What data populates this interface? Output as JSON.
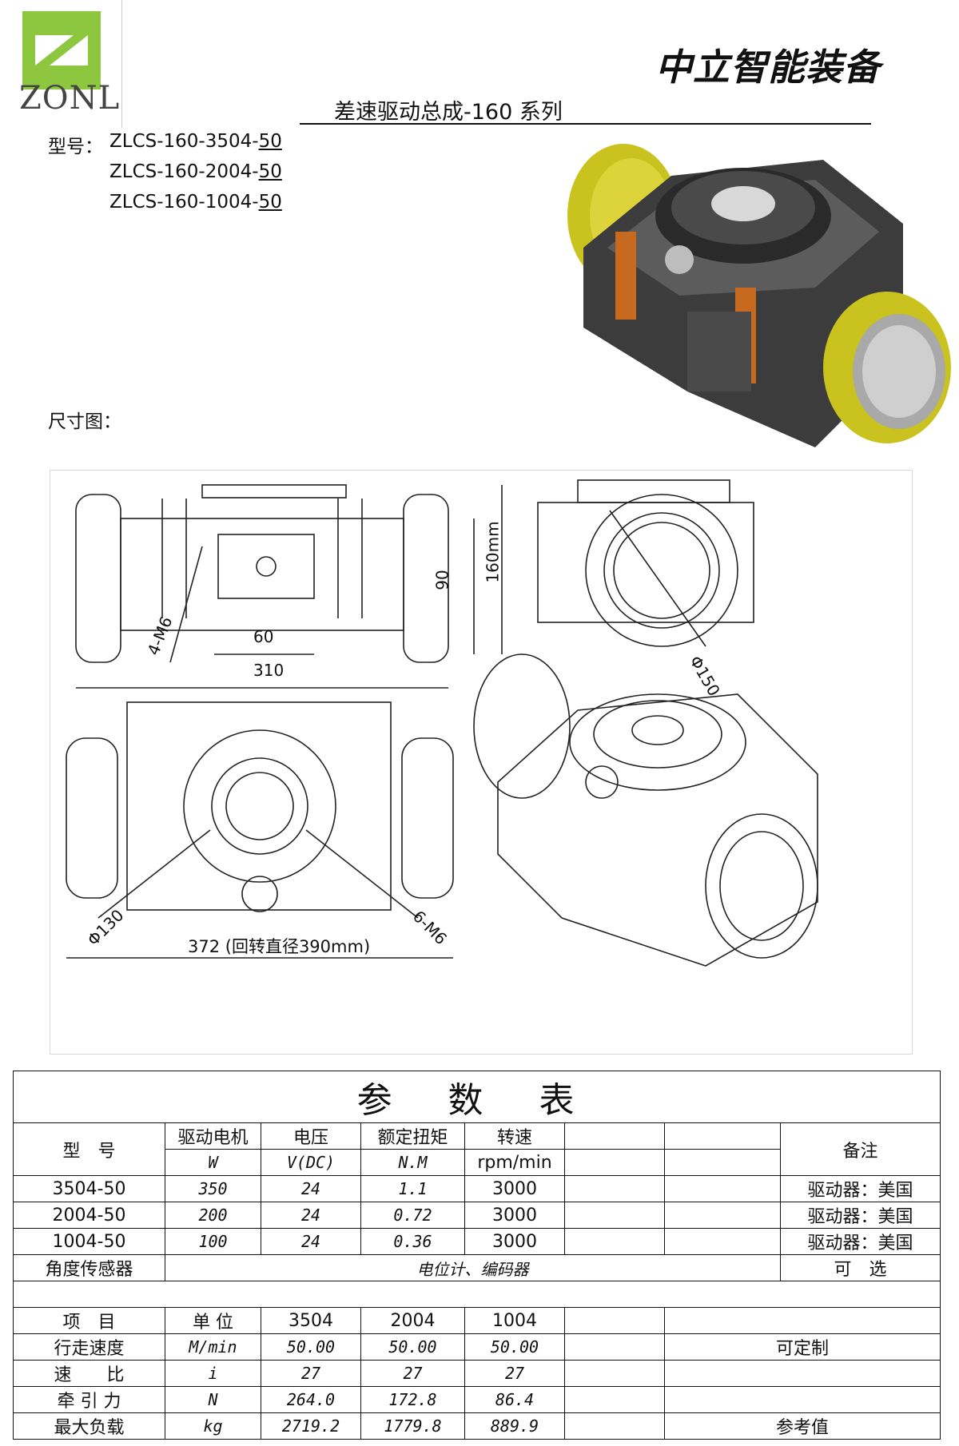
{
  "header": {
    "logo_text": "ZONL",
    "company": "中立智能装备",
    "title": "差速驱动总成-160 系列"
  },
  "models": {
    "label": "型号：",
    "items": [
      {
        "prefix": "ZLCS-160-3504-",
        "suffix": "50"
      },
      {
        "prefix": "ZLCS-160-2004-",
        "suffix": "50"
      },
      {
        "prefix": "ZLCS-160-1004-",
        "suffix": "50"
      }
    ]
  },
  "dims_label": "尺寸图：",
  "drawing_dims": {
    "d1": "160mm",
    "d2": "90",
    "d3": "60",
    "d4": "310",
    "d5": "4-M6",
    "d6": "Φ150",
    "d7": "Φ130",
    "d8": "6-M6",
    "d9": "372 (回转直径390mm)"
  },
  "table": {
    "title": "参 数 表",
    "head1": [
      "型　号",
      "驱动电机",
      "电压",
      "额定扭矩",
      "转速",
      "",
      "",
      "备注"
    ],
    "head2": [
      "W",
      "V(DC)",
      "N.M",
      "rpm/min",
      "",
      ""
    ],
    "rows": [
      {
        "model": "3504-50",
        "motor": "350",
        "voltage": "24",
        "torque": "1.1",
        "speed": "3000",
        "note": "驱动器：美国"
      },
      {
        "model": "2004-50",
        "motor": "200",
        "voltage": "24",
        "torque": "0.72",
        "speed": "3000",
        "note": "驱动器：美国"
      },
      {
        "model": "1004-50",
        "motor": "100",
        "voltage": "24",
        "torque": "0.36",
        "speed": "3000",
        "note": "驱动器：美国"
      }
    ],
    "sensor": {
      "label": "角度传感器",
      "value": "电位计、编码器",
      "note": "可　选"
    },
    "spec_head": [
      "项　目",
      "单 位",
      "3504",
      "2004",
      "1004"
    ],
    "specs": [
      {
        "item": "行走速度",
        "unit": "M/min",
        "v1": "50.00",
        "v2": "50.00",
        "v3": "50.00",
        "note": "可定制"
      },
      {
        "item": "速　　比",
        "unit": "i",
        "v1": "27",
        "v2": "27",
        "v3": "27",
        "note": ""
      },
      {
        "item": "牵 引 力",
        "unit": "N",
        "v1": "264.0",
        "v2": "172.8",
        "v3": "86.4",
        "note": ""
      },
      {
        "item": "最大负载",
        "unit": "kg",
        "v1": "2719.2",
        "v2": "1779.8",
        "v3": "889.9",
        "note": "参考值"
      }
    ]
  }
}
